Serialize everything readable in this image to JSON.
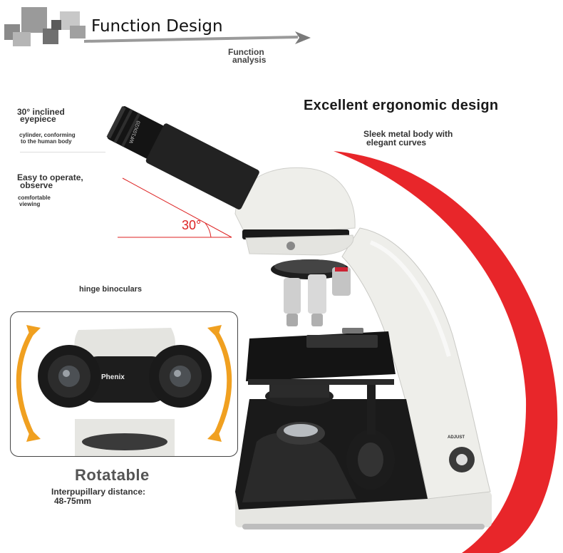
{
  "header": {
    "title": "Function Design",
    "subtitle_line1": "Function",
    "subtitle_line2": "analysis"
  },
  "notes": {
    "inclined_line1": "30° inclined",
    "inclined_line2": "eyepiece",
    "cylinder_line1": "cylinder, conforming",
    "cylinder_line2": "to the human body",
    "operate_line1": "Easy to operate,",
    "operate_line2": "observe",
    "comfortable_line1": "comfortable",
    "comfortable_line2": "viewing"
  },
  "headline": "Excellent ergonomic design",
  "sleek": {
    "line1": "Sleek metal body with",
    "line2": "elegant curves"
  },
  "hinge_label": "hinge binoculars",
  "rotatable": {
    "title": "Rotatable",
    "line1": "Interpupillary distance:",
    "line2": "48-75mm"
  },
  "diagram": {
    "angle": "30°",
    "adjust": "ADJUST",
    "brand": "Phenix",
    "eyepiece_mark": "WF10X/20"
  },
  "colors": {
    "accent_red": "#e8262a",
    "arrow_orange": "#f0a020",
    "body_white": "#eeeeea",
    "black": "#151515"
  }
}
